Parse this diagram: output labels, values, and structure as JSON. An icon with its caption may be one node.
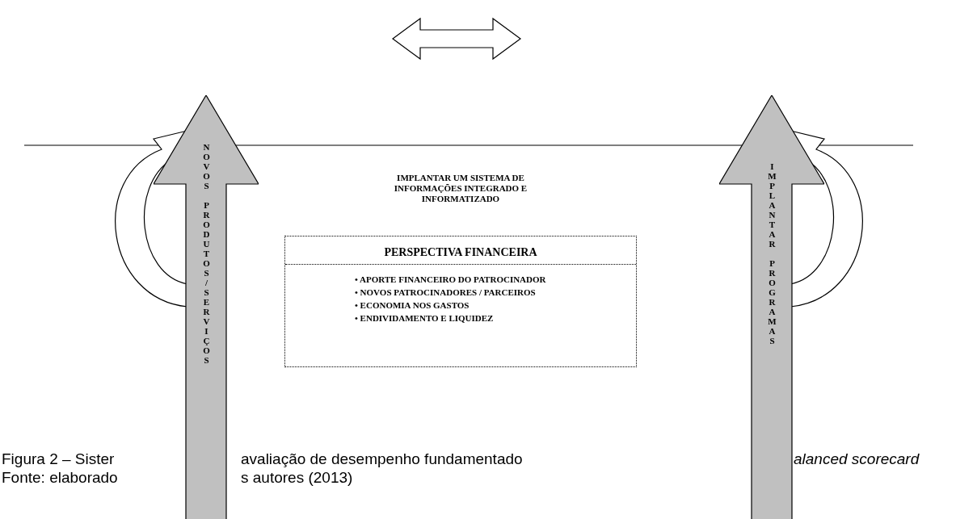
{
  "diagram": {
    "nodes": [
      {
        "text": [
          "NOVOS PRODUTOS/SERVIÇOS"
        ]
      },
      {
        "text": [
          "IMPLANTAR PROGRAMAS"
        ]
      },
      {
        "text": [
          "PERSPECTIVA FINANCEIRA",
          "• APORTE FINANCEIRO DO PATROCINADOR",
          "• NOVOS PATROCINADORES / PARCEIROS",
          "• ECONOMIA NOS GASTOS",
          "• ENDIVIDAMENTO E LIQUIDEZ"
        ]
      }
    ],
    "labels": [
      "IMPLANTAR UM SISTEMA DE INFORMAÇÕES INTEGRADO E INFORMATIZADO",
      "Figura 2 – Sister",
      "avaliação de desempenho fundamentado",
      "alanced scorecard",
      "Fonte: elaborado",
      "s autores (2013)"
    ]
  }
}
